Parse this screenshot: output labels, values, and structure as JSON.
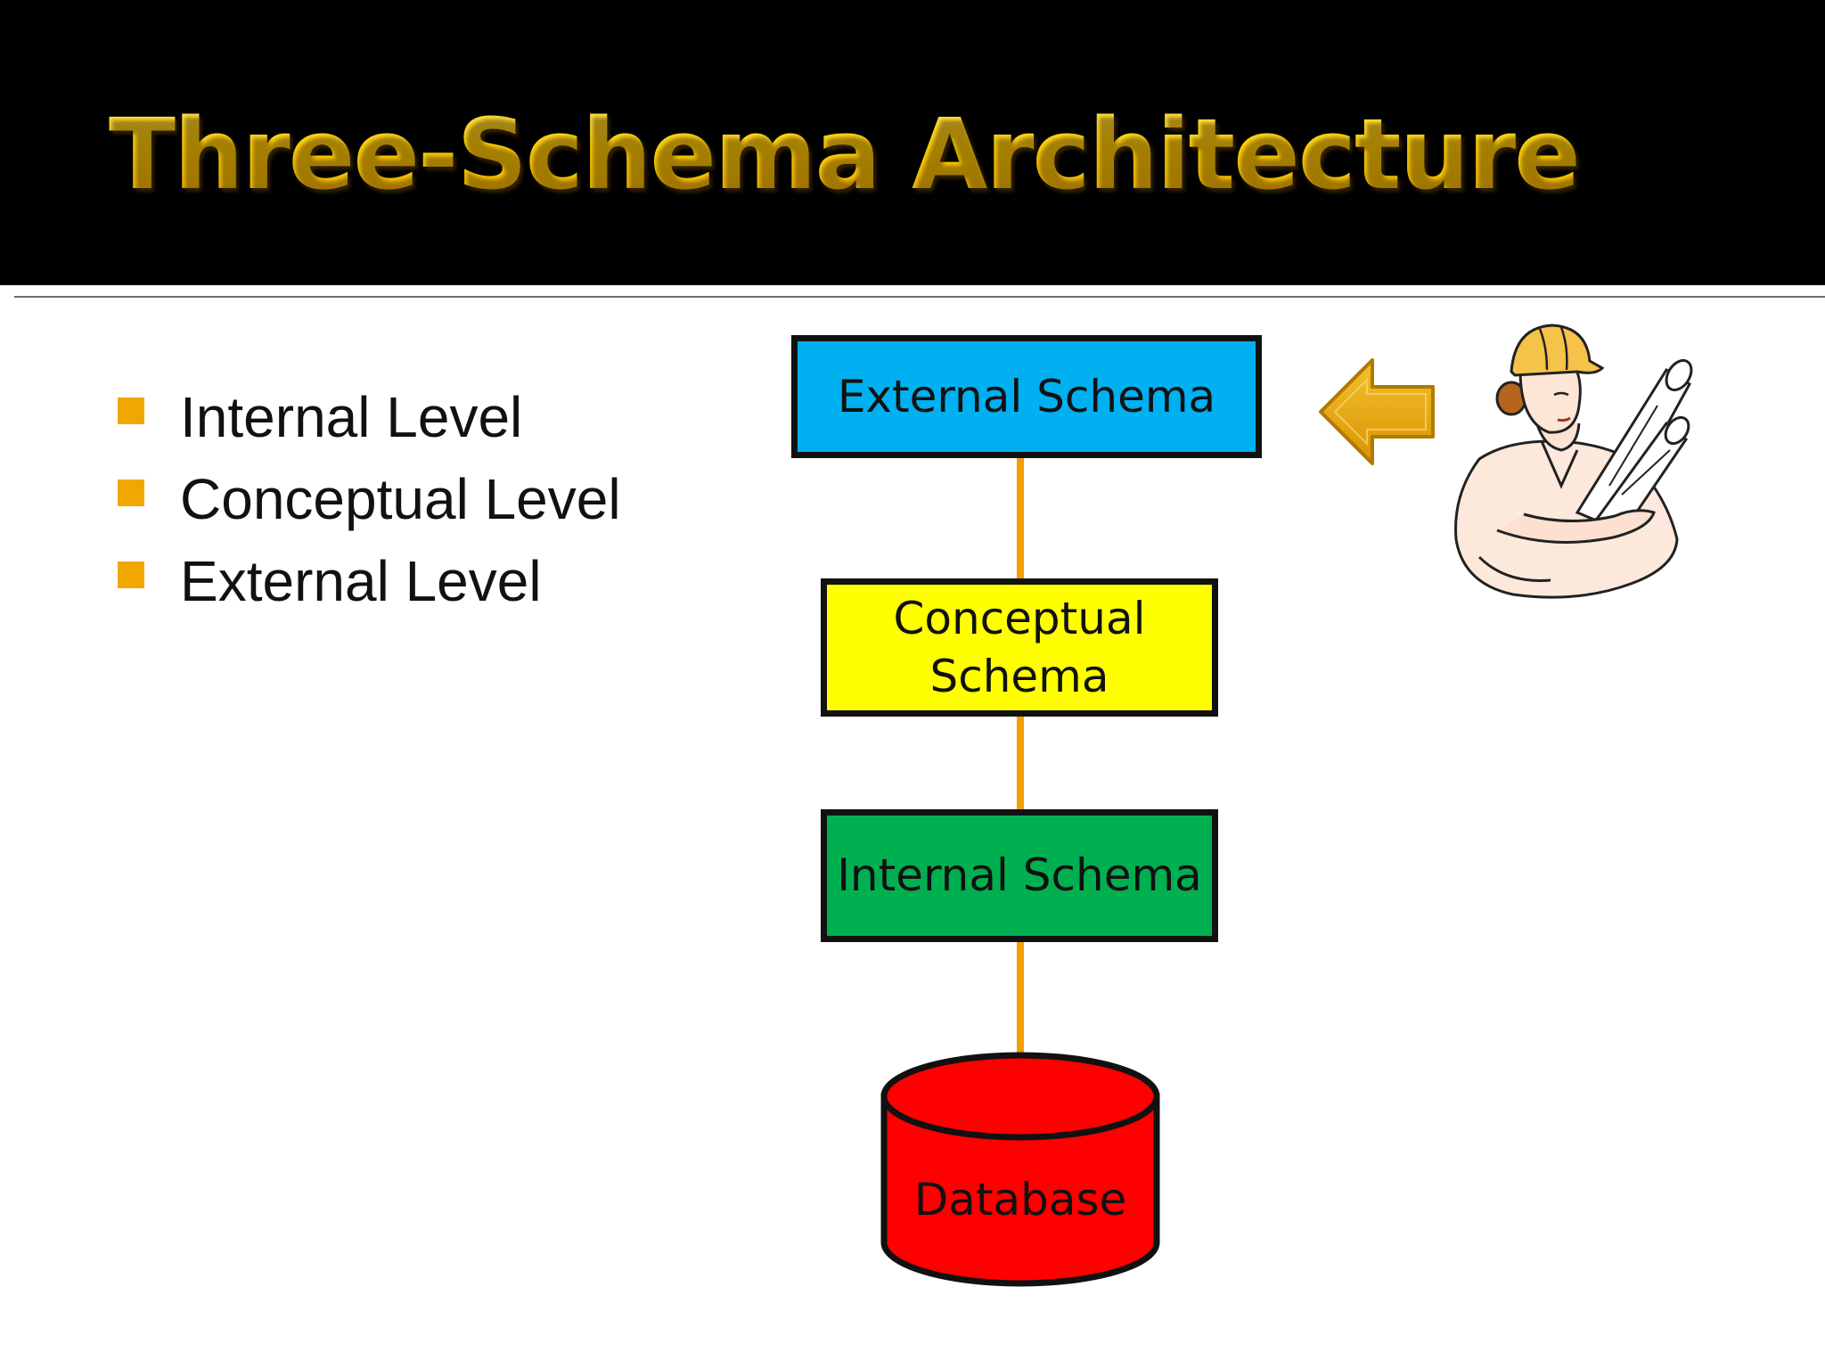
{
  "slide": {
    "title": "Three-Schema Architecture",
    "bullets": [
      "Internal Level",
      "Conceptual Level",
      "External Level"
    ]
  },
  "diagram": {
    "external_schema": "External Schema",
    "conceptual_schema": "Conceptual Schema",
    "internal_schema": "Internal Schema",
    "database": "Database"
  },
  "colors": {
    "title_bar": "#000000",
    "title_text": "#ffcc00",
    "bullet_marker": "#f0a800",
    "external_box": "#00b0f0",
    "conceptual_box": "#ffff00",
    "internal_box": "#00b050",
    "database": "#ff0000",
    "connector": "#f0a000",
    "arrow": "#e0a000"
  },
  "icons": {
    "arrow": "left-arrow-icon",
    "person": "engineer-with-blueprints-clipart"
  }
}
